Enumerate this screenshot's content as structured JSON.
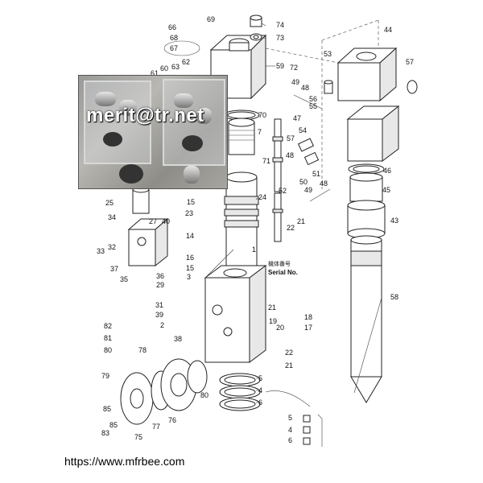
{
  "watermark": {
    "email": "merit@tr.net"
  },
  "footer": {
    "url": "https://www.mfrbee.com"
  },
  "labels": {
    "serial_cjk": "機体番号",
    "serial_en": "Serial No."
  },
  "part_numbers": {
    "p1": "1",
    "p2": "2",
    "p3": "3",
    "p4a": "4",
    "p4b": "4",
    "p5a": "5",
    "p5b": "5",
    "p6a": "6",
    "p6b": "6",
    "p7": "7",
    "p14": "14",
    "p15a": "15",
    "p15b": "15",
    "p16": "16",
    "p17": "17",
    "p18": "18",
    "p19": "19",
    "p20": "20",
    "p21a": "21",
    "p21b": "21",
    "p22a": "22",
    "p22b": "22",
    "p23": "23",
    "p24": "24",
    "p25": "25",
    "p27": "27",
    "p29": "29",
    "p31": "31",
    "p32": "32",
    "p33": "33",
    "p34": "34",
    "p35": "35",
    "p36": "36",
    "p37": "37",
    "p38": "38",
    "p39": "39",
    "p40": "40",
    "p43": "43",
    "p44": "44",
    "p45": "45",
    "p46": "46",
    "p47": "47",
    "p48a": "48",
    "p48b": "48",
    "p49a": "49",
    "p49b": "49",
    "p50": "50",
    "p51": "51",
    "p52": "52",
    "p53": "53",
    "p54": "54",
    "p55": "55",
    "p56": "56",
    "p57a": "57",
    "p57b": "57",
    "p58": "58",
    "p59": "59",
    "p60": "60",
    "p61": "61",
    "p62": "62",
    "p63": "63",
    "p66": "66",
    "p67": "67",
    "p68": "68",
    "p69": "69",
    "p70": "70",
    "p71": "71",
    "p72": "72",
    "p73": "73",
    "p74": "74",
    "p75": "75",
    "p76": "76",
    "p77": "77",
    "p78": "78",
    "p79": "79",
    "p80": "80",
    "p81": "81",
    "p82": "82",
    "p83": "83",
    "p85a": "85",
    "p85b": "85"
  }
}
